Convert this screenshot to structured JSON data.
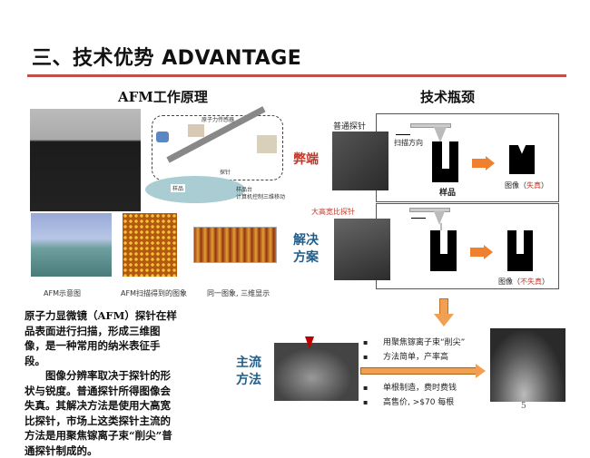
{
  "title": "三、技术优势 ADVANTAGE",
  "left": {
    "heading": "AFM工作原理",
    "diagram_labels": {
      "sensor": "原子力传感器",
      "probe": "探针",
      "sample": "样品",
      "stage": "样品台",
      "stage_note": "计算机控制三维移动"
    },
    "captions": [
      "AFM示意图",
      "AFM扫描得到的图象",
      "同一图象, 三维显示"
    ],
    "paragraph1": "原子力显微镜（AFM）探针在样品表面进行扫描，形成三维图像，是一种常用的纳米表征手段。",
    "paragraph2": "图像分辨率取决于探针的形状与锐度。普通探针所得图像会失真。其解决方法是使用大高宽比探针，市场上这类探针主流的方法是用聚焦镓离子束“削尖”普通探针制成的。"
  },
  "right": {
    "heading": "技术瓶颈",
    "row1": {
      "side": "弊端",
      "probe_label": "普通探针",
      "scan_dir": "扫描方向",
      "sample": "样品",
      "image_label": "图像（",
      "image_status": "失真",
      "image_close": "）"
    },
    "row2": {
      "side": "解决方案",
      "probe_label": "大高宽比探针",
      "image_label": "图像（",
      "image_status": "不失真",
      "image_close": "）"
    },
    "mainstream": {
      "side": "主流方法",
      "bullets_top": [
        "用聚焦镓离子束“削尖”",
        "方法简单，产率高"
      ],
      "bullets_bottom": [
        "单根制造，费时费钱",
        "高售价, >$70 每根"
      ]
    }
  },
  "page_number": "5",
  "colors": {
    "accent": "#c0504d",
    "arrow": "#f07f2e",
    "blue": "#1f5e8c"
  }
}
